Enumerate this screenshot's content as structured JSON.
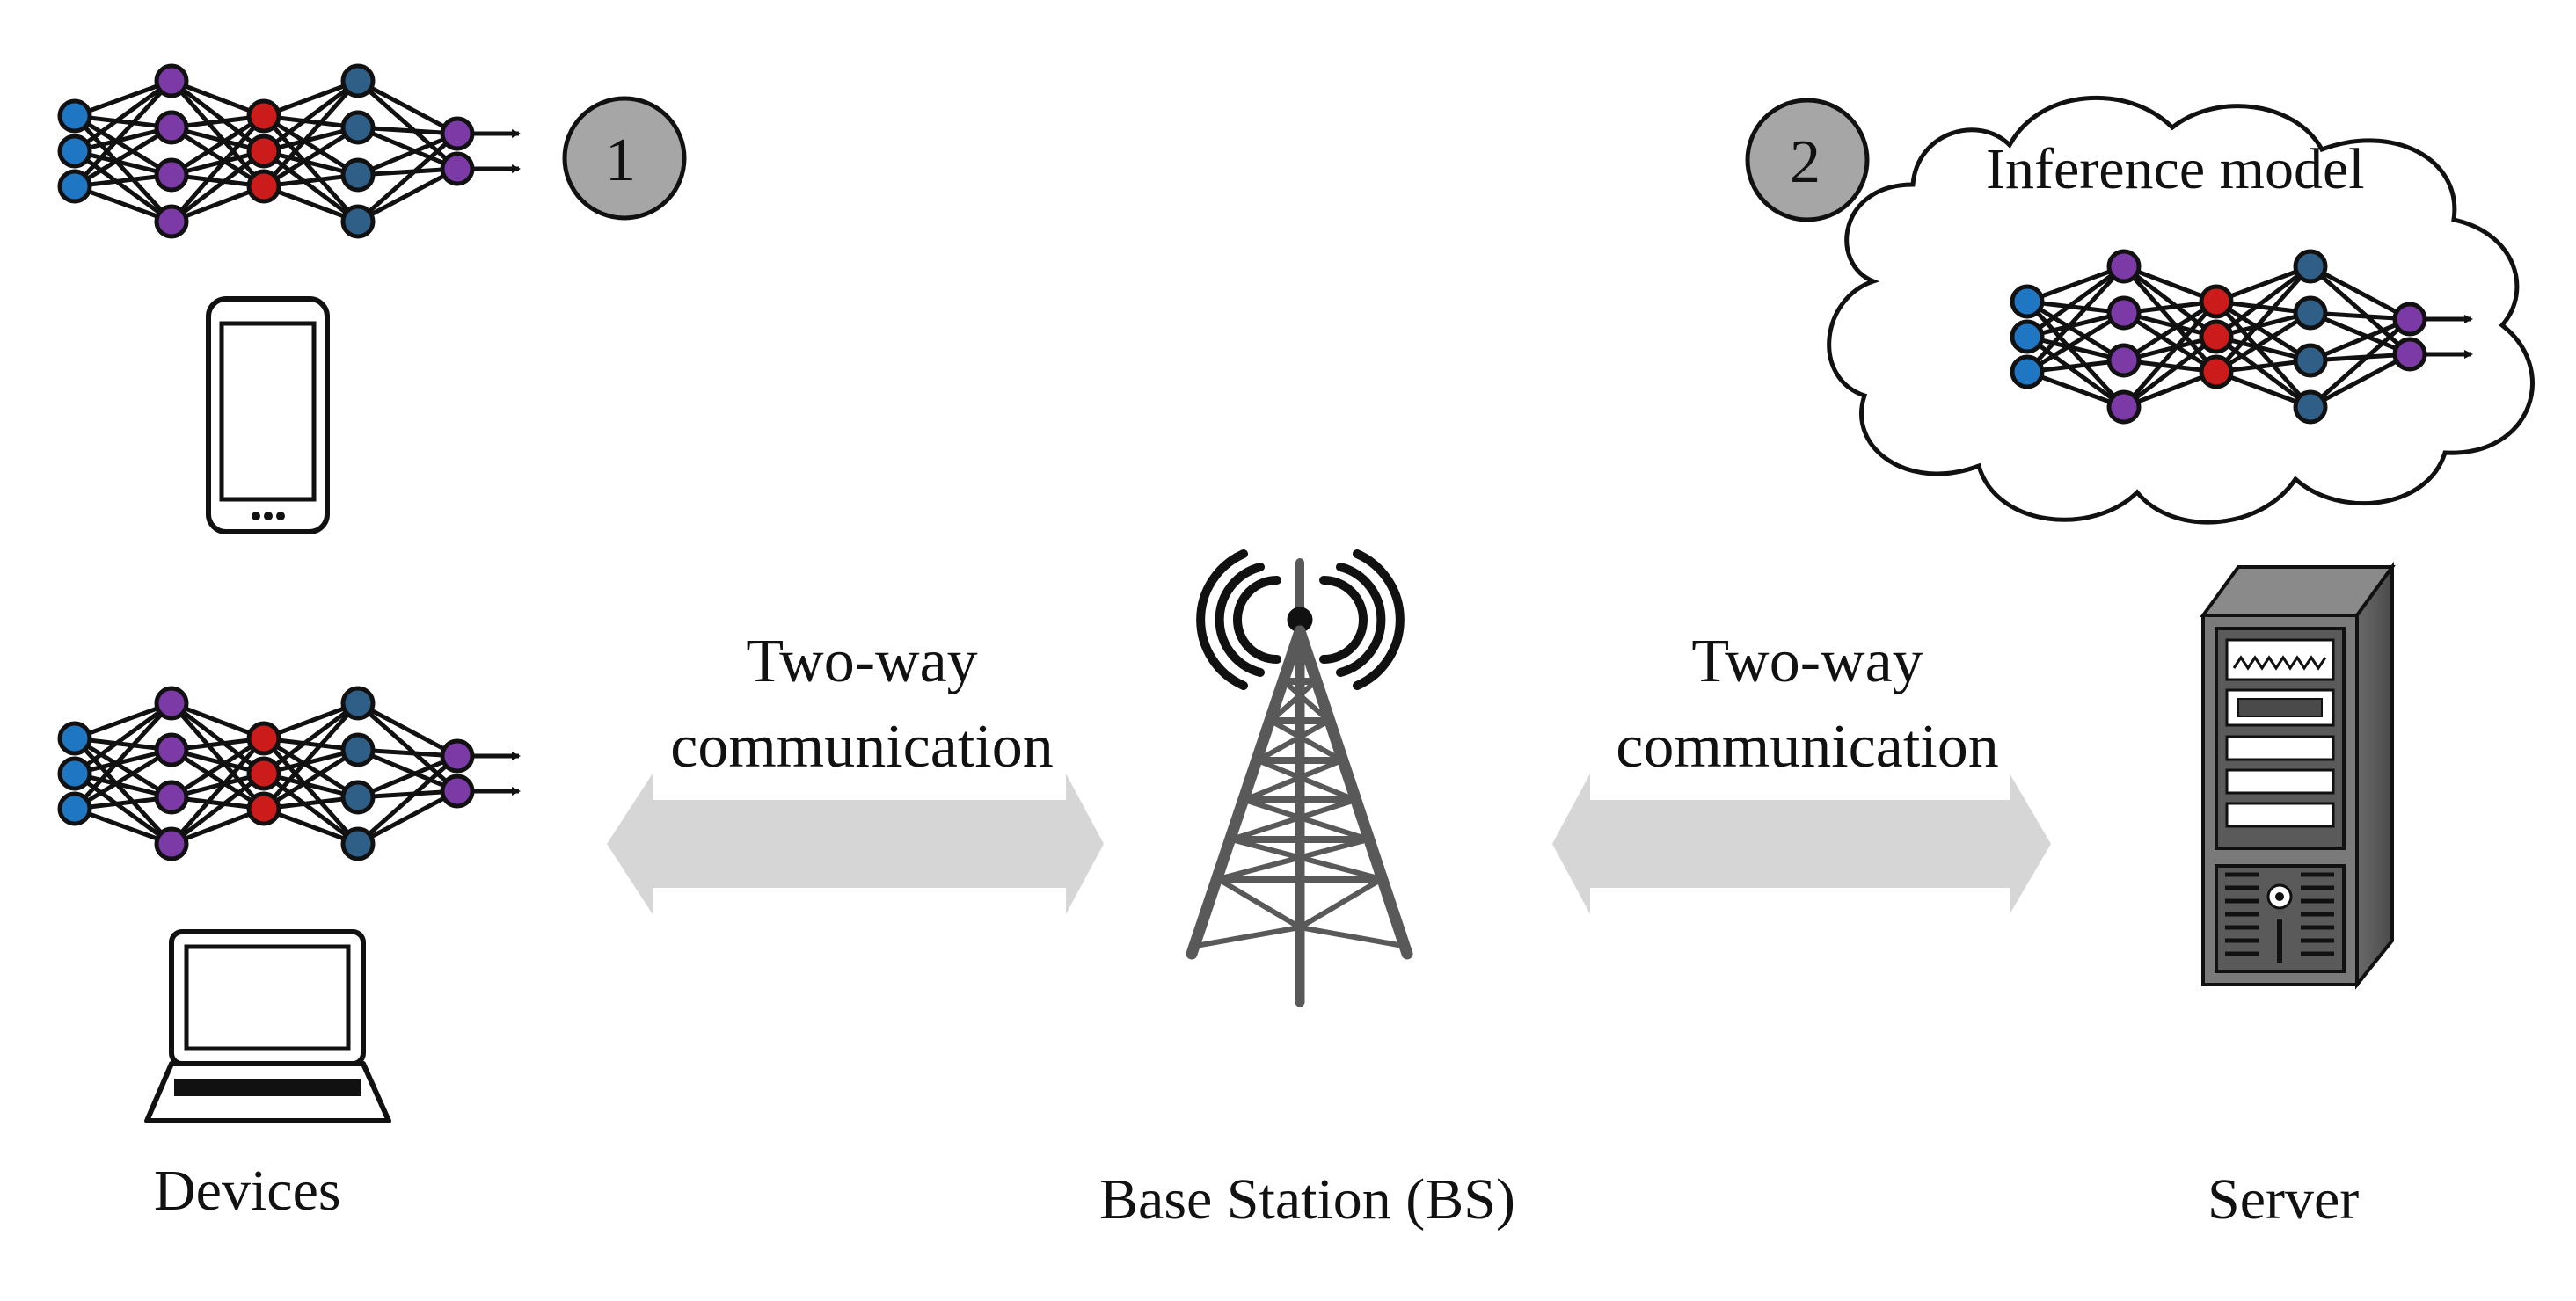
{
  "labels": {
    "devices": "Devices",
    "base_station": "Base Station (BS)",
    "server": "Server",
    "inference_model": "Inference model"
  },
  "links": {
    "left": {
      "line1": "Two-way",
      "line2": "communication"
    },
    "right": {
      "line1": "Two-way",
      "line2": "communication"
    }
  },
  "badges": {
    "one": "1",
    "two": "2"
  },
  "colors": {
    "node_blue": "#1f77c4",
    "node_purple": "#7b3aa5",
    "node_red": "#cc1b1b",
    "node_navy": "#2f5f86",
    "badge_fill": "#a6a6a6",
    "arrow_fill": "#d6d6d6",
    "tower_gray": "#595959"
  },
  "icons": [
    "smartphone-icon",
    "laptop-icon",
    "tower-icon",
    "server-icon",
    "cloud-icon",
    "neural-network-icon"
  ]
}
